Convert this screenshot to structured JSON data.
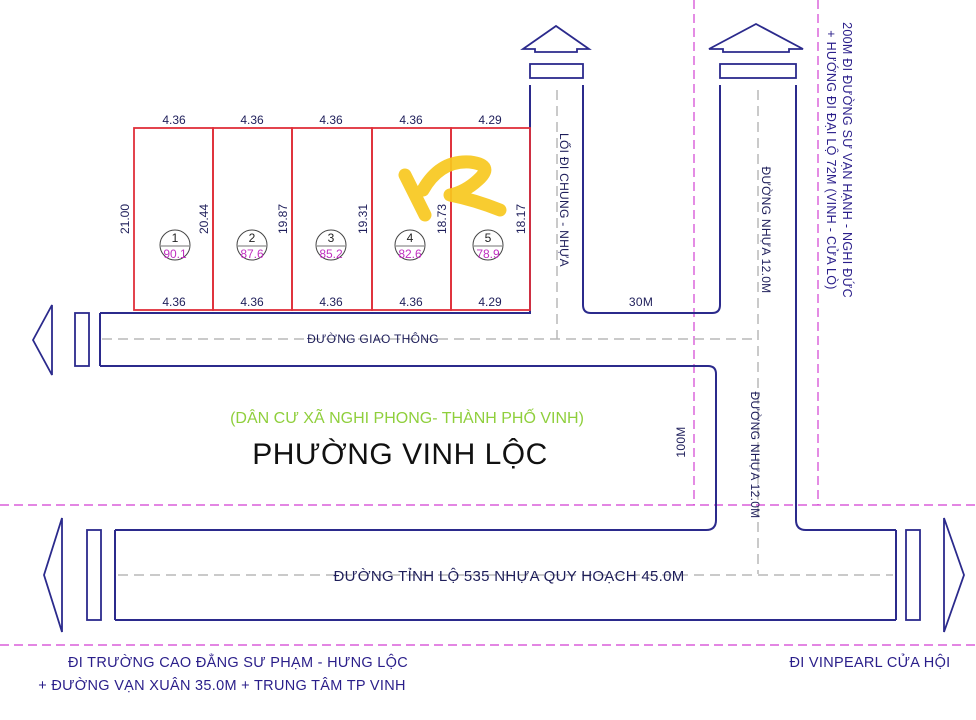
{
  "lots": [
    {
      "number": "1",
      "area": "90.1",
      "top_width": "4.36",
      "bottom_width": "4.36",
      "left_depth": "21.00"
    },
    {
      "number": "2",
      "area": "87.6",
      "top_width": "4.36",
      "bottom_width": "4.36",
      "left_depth": "20.44"
    },
    {
      "number": "3",
      "area": "85.2",
      "top_width": "4.36",
      "bottom_width": "4.36",
      "left_depth": "19.87"
    },
    {
      "number": "4",
      "area": "82.6",
      "top_width": "4.36",
      "bottom_width": "4.36",
      "left_depth": "19.31"
    },
    {
      "number": "5",
      "area": "78.9",
      "top_width": "4.29",
      "bottom_width": "4.29",
      "left_depth": "18.73"
    }
  ],
  "last_right_depth": "18.17",
  "labels": {
    "service_road": "ĐƯỜNG GIAO THÔNG",
    "common_lane": "LỐI ĐI CHUNG - NHỰA",
    "asphalt_road_upper": "ĐƯỜNG NHỰA 12.0M",
    "asphalt_road_lower": "ĐƯỜNG NHỰA 12.0M",
    "distance_30m": "30M",
    "distance_100m": "100M",
    "residential_area": "(DÂN CƯ XÃ NGHI PHONG- THÀNH PHỐ VINH)",
    "ward_name": "PHƯỜNG VINH LỘC",
    "provincial_road": "ĐƯỜNG TỈNH LỘ 535 NHỰA QUY HOẠCH 45.0M",
    "bottom_left_line1": "ĐI TRƯỜNG CAO ĐẲNG SƯ PHẠM - HƯNG LỘC",
    "bottom_left_line2": "+ ĐƯỜNG VẠN XUÂN 35.0M + TRUNG TÂM TP VINH",
    "bottom_right": "ĐI VINPEARL CỬA HỘI",
    "right_side_line1": "200M ĐI ĐƯỜNG SƯ VẠN HẠNH - NGHI ĐỨC",
    "right_side_line2": "+ HƯỚNG ĐI ĐẠI LỘ 72M (VINH - CỬA LÒ)"
  },
  "colors": {
    "road_outline": "#2b2a8c",
    "lot_outline": "#e0303a",
    "boundary": "#d23fd2",
    "centerline": "#b8b8b8",
    "marker": "#f7c81e"
  }
}
